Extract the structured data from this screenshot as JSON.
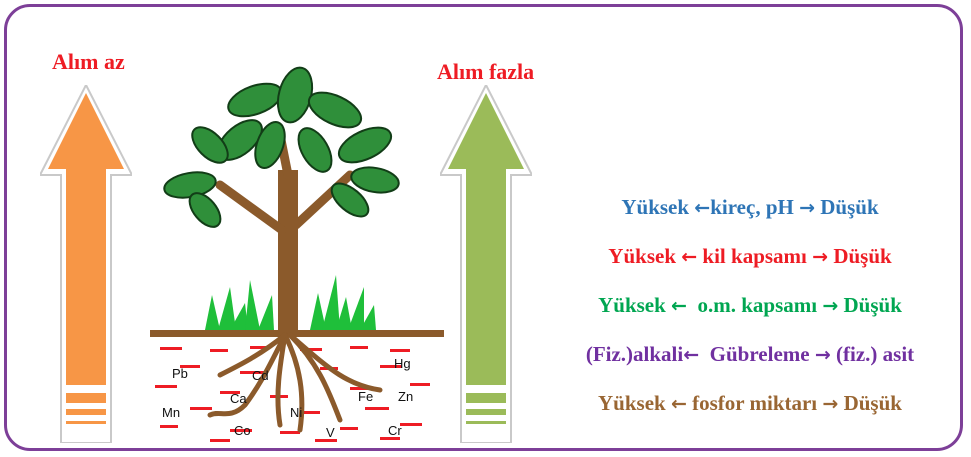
{
  "labels": {
    "left": "Alım az",
    "right": "Alım fazla"
  },
  "colors": {
    "frame": "#7d3f98",
    "left_arrow": "#f79646",
    "right_arrow": "#9bbb59",
    "label": "#ee1c24"
  },
  "icons": {
    "left_arrow": "up-arrow-icon",
    "right_arrow": "up-arrow-icon",
    "row_arrow_left": "left-arrow-icon",
    "row_arrow_right": "right-arrow-icon"
  },
  "rows": [
    {
      "left": "Yüksek",
      "arrow_left": "←",
      "middle": "kireç, pH",
      "arrow_right": "→",
      "right": "Düşük",
      "color": "#2e75b6"
    },
    {
      "left": "Yüksek",
      "arrow_left": "←",
      "middle": "kil kapsamı",
      "arrow_right": "→",
      "right": "Düşük",
      "color": "#ee1c24"
    },
    {
      "left": "Yüksek",
      "arrow_left": "←",
      "middle": "o.m. kapsamı",
      "arrow_right": "→",
      "right": "Düşük",
      "color": "#00a651"
    },
    {
      "left": "(Fiz.)alkali",
      "arrow_left": "←",
      "middle": "Gübreleme",
      "arrow_right": "→",
      "right": "(fiz.) asit",
      "color": "#7030a0"
    },
    {
      "left": "Yüksek",
      "arrow_left": "←",
      "middle": "fosfor miktarı",
      "arrow_right": "→",
      "right": "Düşük",
      "color": "#996633"
    }
  ],
  "soil_elements": [
    "Pb",
    "Cd",
    "Hg",
    "Ca",
    "Fe",
    "Zn",
    "Mn",
    "Ni",
    "Co",
    "V",
    "Cr"
  ]
}
